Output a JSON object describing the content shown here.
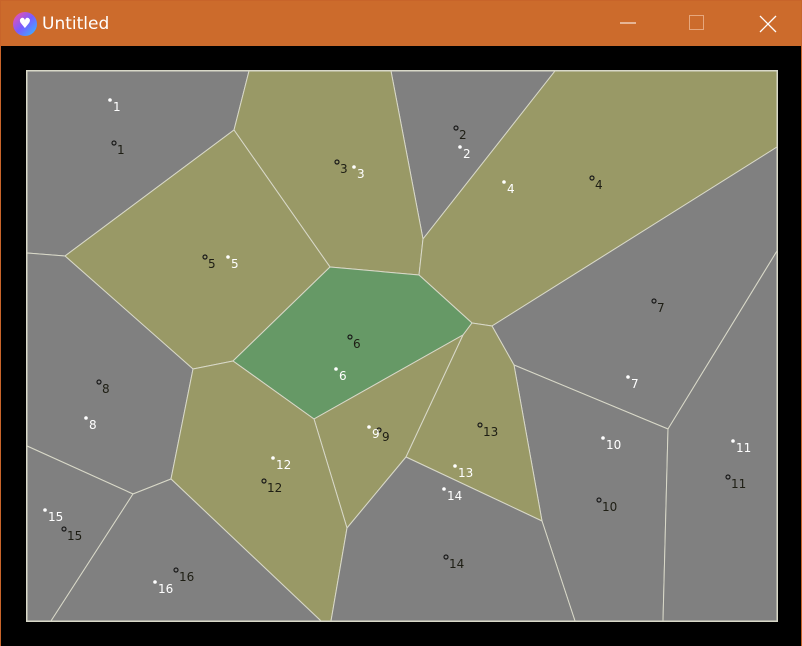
{
  "window": {
    "title": "Untitled",
    "icon": "heart-app-icon",
    "controls": [
      "minimize",
      "maximize",
      "close"
    ]
  },
  "colors": {
    "titlebar": "#cc6b2c",
    "background": "#000000",
    "cell_gray": "#808080",
    "cell_olive": "#999966",
    "cell_selected": "#669966",
    "edge": "#d8d8c8"
  },
  "diagram": {
    "selected_cell": "6",
    "olive_cells": [
      "3",
      "4",
      "5",
      "9",
      "12",
      "13"
    ],
    "cells": [
      "1",
      "2",
      "3",
      "4",
      "5",
      "6",
      "7",
      "8",
      "9",
      "10",
      "11",
      "12",
      "13",
      "14",
      "15",
      "16"
    ],
    "white_point_labels": [
      "1",
      "2",
      "3",
      "4",
      "5",
      "6",
      "7",
      "8",
      "9",
      "10",
      "11",
      "12",
      "13",
      "14",
      "15",
      "16"
    ],
    "dark_point_labels": [
      "1",
      "2",
      "3",
      "4",
      "5",
      "6",
      "7",
      "8",
      "9",
      "10",
      "11",
      "12",
      "13",
      "14",
      "15",
      "16"
    ]
  }
}
